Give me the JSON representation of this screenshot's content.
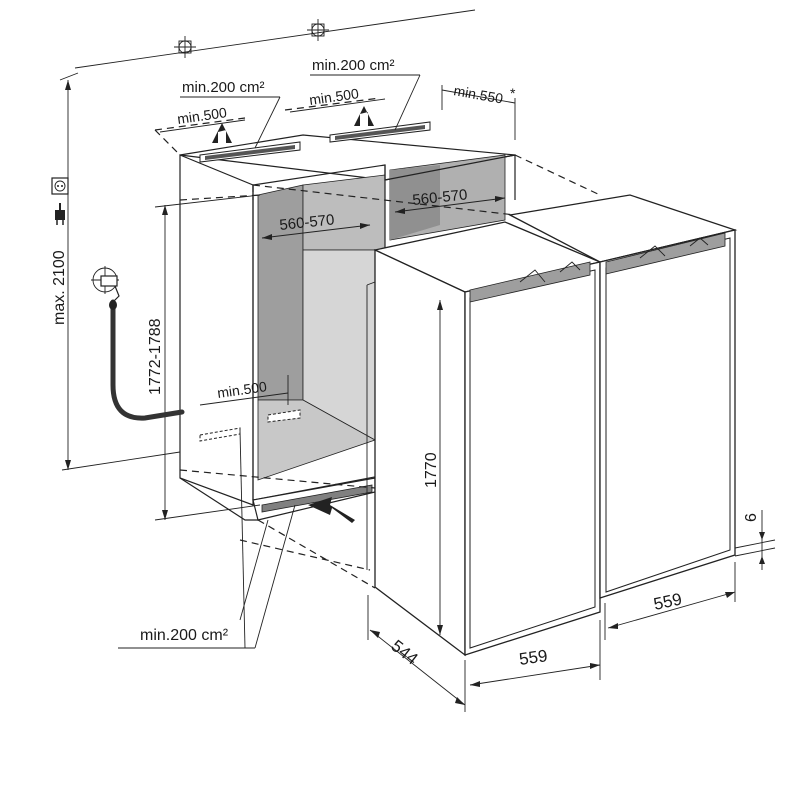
{
  "labels": {
    "vent_top_left": "min.200 cm²",
    "vent_top_right": "min.200 cm²",
    "depth_top_left": "min.500",
    "depth_top_right": "min.500",
    "depth_550": "min.550",
    "asterisk": "*",
    "max_height": "max. 2100",
    "niche_width_left": "560-570",
    "niche_width_right": "560-570",
    "niche_height": "1772-1788",
    "depth_bottom": "min.500",
    "vent_bottom": "min.200 cm²",
    "appliance_height": "1770",
    "appliance_depth": "544",
    "appliance_width_front": "559",
    "appliance_width_right": "559",
    "gap": "6"
  },
  "colors": {
    "line": "#222222",
    "niche_shade": "#b8b8b8",
    "niche_light": "#e2e2e2",
    "hose": "#333333"
  },
  "icons": [
    "power-socket-icon",
    "plug-icon",
    "water-tap-icon",
    "airflow-arrow-icon"
  ]
}
